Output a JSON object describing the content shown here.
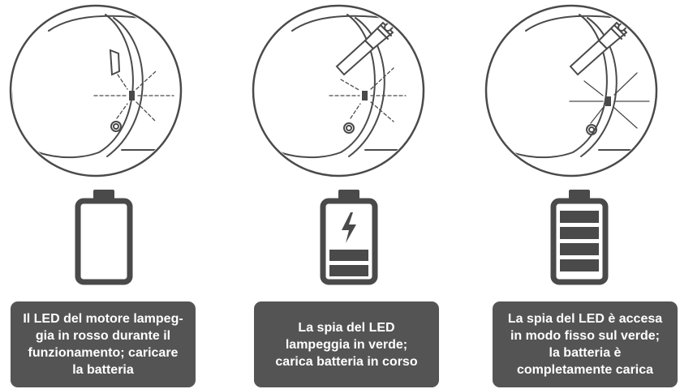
{
  "colors": {
    "line": "#4a4a4a",
    "caption_background": "#545454",
    "caption_text": "#ffffff"
  },
  "steps": [
    {
      "state": "empty",
      "charging": false,
      "battery_bars_filled": 0,
      "caption": "Il LED del motore lampeg-gia in rosso durante il funzionamento; caricare la batteria",
      "caption_lines": [
        "Il LED del motore lampeg-",
        "gia in rosso durante il",
        "funzionamento; caricare",
        "la batteria"
      ]
    },
    {
      "state": "charging",
      "charging": true,
      "battery_bars_filled": 2,
      "caption": "La spia del LED lampeggia in verde; carica batteria in corso",
      "caption_lines": [
        "La spia del LED",
        "lampeggia in verde;",
        "carica batteria in corso"
      ]
    },
    {
      "state": "full",
      "charging": false,
      "battery_bars_filled": 4,
      "caption": "La spia del LED è accesa in modo fisso sul verde; la batteria è completamente carica",
      "caption_lines": [
        "La spia del LED è accesa",
        "in modo fisso sul verde;",
        "la batteria è",
        "completamente carica"
      ]
    }
  ]
}
